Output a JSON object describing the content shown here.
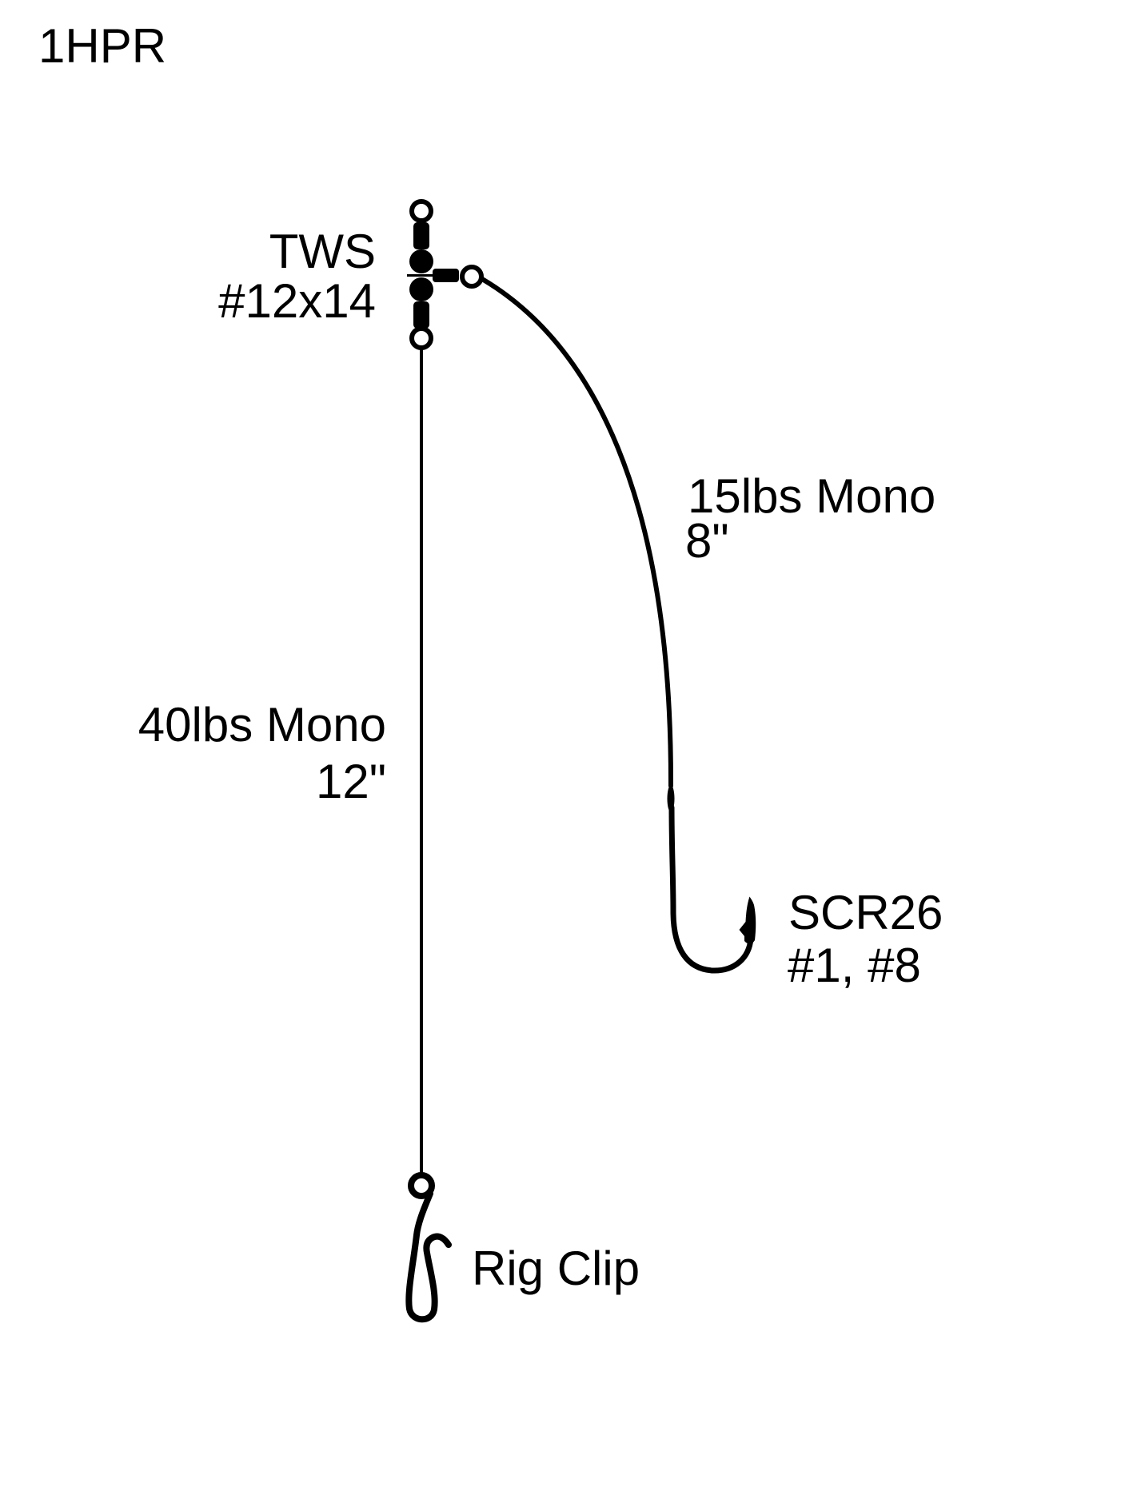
{
  "title": "1HPR",
  "colors": {
    "ink": "#000000",
    "background": "#ffffff"
  },
  "rig": {
    "swivel": {
      "label_line1": "TWS",
      "label_line2": "#12x14"
    },
    "dropper_line": {
      "strength": "15lbs Mono",
      "length": "8\""
    },
    "main_line": {
      "strength": "40lbs Mono",
      "length": "12\""
    },
    "hook": {
      "model": "SCR26",
      "sizes": "#1, #8"
    },
    "rig_clip": {
      "label": "Rig Clip"
    }
  }
}
